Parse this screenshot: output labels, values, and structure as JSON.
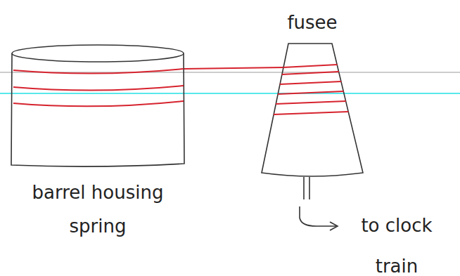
{
  "diagram": {
    "nodes": [
      {
        "text": [
          "barrel housing spring"
        ]
      },
      {
        "text": [
          "fusee"
        ]
      }
    ],
    "edges": [
      {
        "from": 0,
        "to": 1,
        "arrow": "none"
      }
    ],
    "labels": [
      "to clock train"
    ]
  }
}
